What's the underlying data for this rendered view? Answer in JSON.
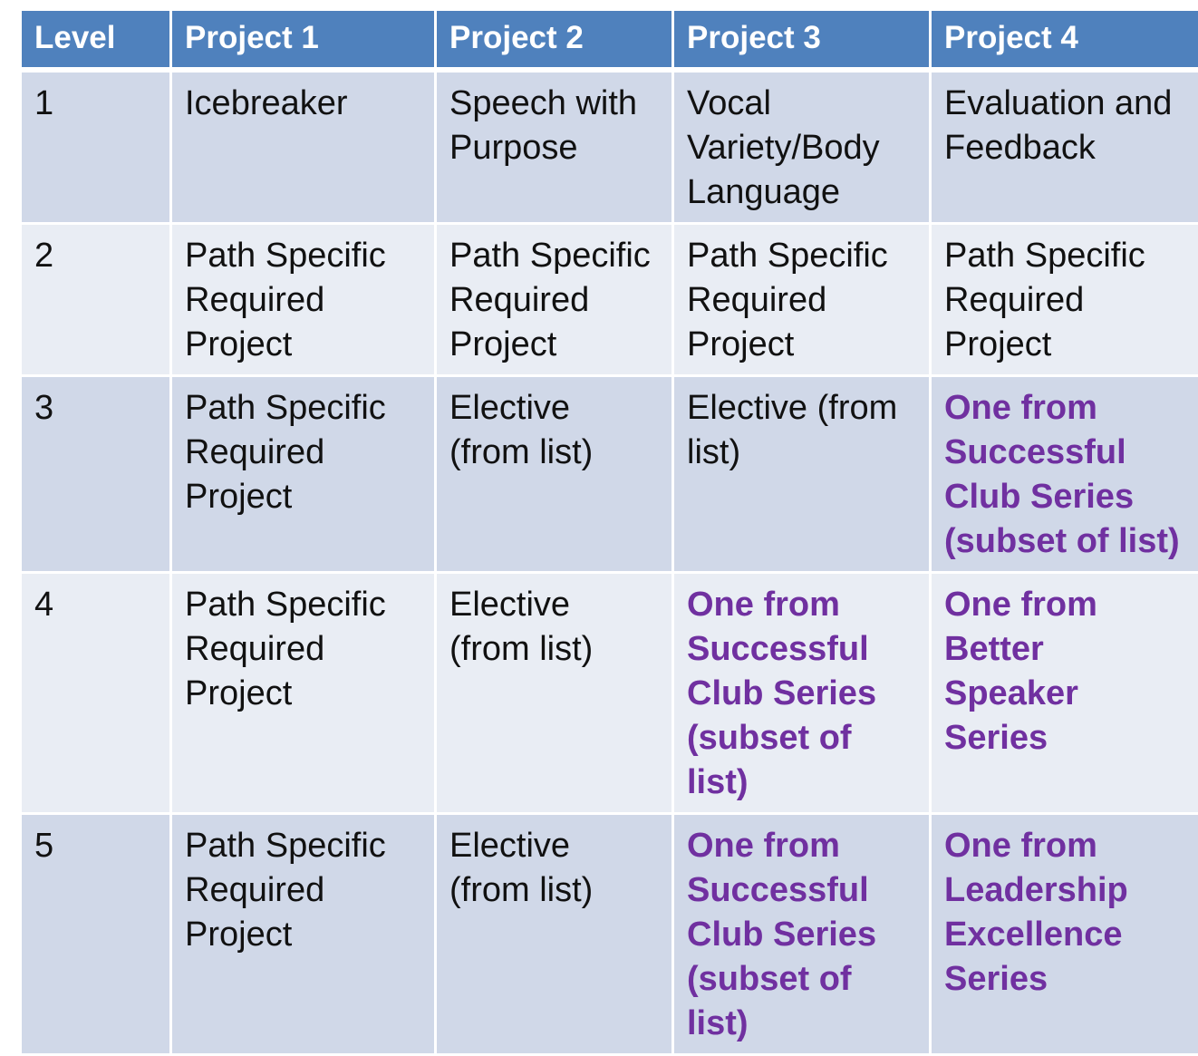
{
  "header": {
    "level": "Level",
    "project1": "Project 1",
    "project2": "Project 2",
    "project3": "Project 3",
    "project4": "Project 4"
  },
  "rows": [
    {
      "level": "1",
      "project1": "Icebreaker",
      "project2": "Speech with Purpose",
      "project3": "Vocal Variety/Body Language",
      "project4": "Evaluation and Feedback"
    },
    {
      "level": "2",
      "project1": "Path Specific Required Project",
      "project2": "Path Specific Required Project",
      "project3": "Path Specific Required Project",
      "project4": "Path Specific Required Project"
    },
    {
      "level": "3",
      "project1": "Path Specific Required Project",
      "project2": "Elective (from list)",
      "project3": "Elective (from list)",
      "project4": "One from Successful Club Series (subset of list)"
    },
    {
      "level": "4",
      "project1": "Path Specific Required Project",
      "project2": "Elective (from list)",
      "project3": "One from Successful Club Series (subset of list)",
      "project4": "One from Better Speaker Series"
    },
    {
      "level": "5",
      "project1": "Path Specific Required Project",
      "project2": "Elective (from list)",
      "project3": "One from Successful Club Series (subset of list)",
      "project4": "One from Leadership Excellence Series"
    }
  ],
  "colors": {
    "header_bg": "#4f81bd",
    "row_odd_bg": "#d0d8e8",
    "row_even_bg": "#e9edf4",
    "highlight_text": "#7030a0"
  }
}
